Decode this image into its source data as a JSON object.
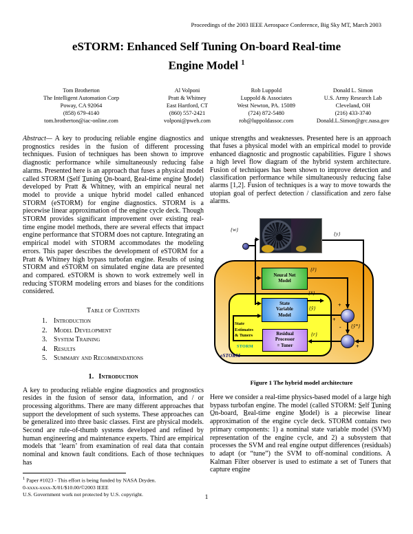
{
  "header": {
    "proceedings": "Proceedings of the 2003 IEEE Aerospace Conference, Big Sky MT, March 2003"
  },
  "title": {
    "line1": "eSTORM: Enhanced Self Tuning On-board Real-time",
    "line2": "Engine Model",
    "footnote_mark": "1"
  },
  "authors": [
    {
      "name": "Tom Brotherton",
      "affiliation": "The Intelligent Automation Corp",
      "city": "Poway, CA 92064",
      "phone": "(858) 679-4140",
      "email": "tom.brotherton@iac-online.com"
    },
    {
      "name": "Al Volponi",
      "affiliation": "Pratt & Whitney",
      "city": "East Hartford, CT",
      "phone": "(860) 557-2421",
      "email": "volponi@pweh.com"
    },
    {
      "name": "Rob Luppold",
      "affiliation": "Luppold & Associates",
      "city": "West Newton, PA. 15089",
      "phone": "(724) 872-5480",
      "email": "rob@luppoldassoc.com"
    },
    {
      "name": "Donald L. Simon",
      "affiliation": "U.S. Army Research Lab",
      "city": "Cleveland, OH",
      "phone": "(216) 433-3740",
      "email": "Donald.L.Simon@grc.nasa.gov"
    }
  ],
  "abstract": {
    "label": "Abstract—",
    "text": "A key to producing reliable engine diagnostics and prognostics resides in the fusion of different processing techniques. Fusion of techniques has been shown to improve diagnostic performance while simultaneously reducing false alarms. Presented here is an approach that fuses a physical model called STORM (S̲elf T̲uning O̲n-board, R̲eal-time engine M̲odel) developed by Pratt & Whitney, with an empirical neural net model to provide a unique hybrid model called enhanced STORM (eSTORM) for engine diagnostics. STORM is a piecewise linear approximation of the engine cycle deck. Though STORM provides significant improvement over existing real-time engine model methods, there are several effects that impact engine performance that STORM does not capture. Integrating an empirical model with STORM accommodates the modeling errors. This paper describes the development of eSTORM for a Pratt & Whitney high bypass turbofan engine. Results of using STORM and eSTORM on simulated engine data are presented and compared. eSTORM is shown to work extremely well in reducing STORM modeling errors and biases for the conditions considered."
  },
  "toc": {
    "heading": "Table of Contents",
    "items": [
      {
        "num": "1.",
        "label": "Introduction"
      },
      {
        "num": "2.",
        "label": "Model Development"
      },
      {
        "num": "3.",
        "label": "System Training"
      },
      {
        "num": "4.",
        "label": "Results"
      },
      {
        "num": "5.",
        "label": "Summary and Recommendations"
      }
    ]
  },
  "introduction": {
    "number": "1.",
    "heading": "Introduction",
    "text": "A key to producing reliable engine diagnostics and prognostics resides in the fusion of sensor data, information, and / or processing algorithms. There are many different approaches that support the development of such systems. These approaches can be generalized into three basic classes. First are physical models. Second are rule-of-thumb systems developed and refined by human engineering and maintenance experts. Third are empirical models that ‘learn’ from examination of real data that contain nominal and known fault conditions. Each of those techniques has"
  },
  "right_column": {
    "paragraph1": "unique strengths and weaknesses. Presented here is an approach that fuses a physical model with an empirical model to provide enhanced diagnostic and prognostic capabilities. Figure 1 shows a high level flow diagram of the hybrid system architecture. Fusion of techniques has been shown to improve detection and classification performance while simultaneously reducing false alarms [1,2]. Fusion of techniques is a way to move towards the utopian goal of perfect detection / classification and zero false alarms.",
    "paragraph2": "Here we consider a real-time physics-based model of a large high bypass turbofan engine. The model (called STORM: S̲elf T̲uning O̲n-board, R̲eal-time engine M̲odel) is a piecewise linear approximation of the engine cycle deck. STORM contains two primary components: 1) a nominal state variable model (SVM) representation of the engine cycle, and 2) a subsystem that processes the SVM and real engine output differences (residuals) to adapt (or “tune”) the SVM to off-nominal conditions. A Kalman Filter observer is used to estimate a set of Tuners that capture engine"
  },
  "figure": {
    "caption": "Figure 1 The hybrid model architecture",
    "labels": {
      "w": "{w}",
      "y": "{y}",
      "r_hat": "{r̂}",
      "x_hat": "{x̂}",
      "y_hat": "{ŷ}",
      "y_star": "{ŷ*}",
      "r": "{r}",
      "plus_top": "+",
      "plus_left": "+",
      "minus": "-",
      "plus_bottom": "+"
    },
    "boxes": {
      "neural_net": "Neural Net\nModel",
      "state_variable": "State\nVariable\nModel",
      "residual_processor": "Residual\nProcessor\n= Tuner"
    },
    "state_estimates": "State\nEstimates\n& Tuners",
    "storm_label": "STORM",
    "estorm_label": "eSTORM"
  },
  "footnote": {
    "mark": "1",
    "line1": "Paper #1023 - This effort is being funded by NASA Dryden.",
    "line2": "0-xxxx-xxxx-X/01/$10.00/©2003 IEEE",
    "line3": "U.S. Government work not protected by U.S. copyright."
  },
  "page_number": "1",
  "colors": {
    "estorm_region": "#F2A71B",
    "storm_region": "#FFFF38",
    "neural_net_box": "#41BB41",
    "state_variable_box": "#3F93E6",
    "residual_processor_box": "#BD85F2",
    "storm_label_text": "#009595",
    "estorm_label_text": "#14146E",
    "summing_junction": "#5B5EA6"
  }
}
